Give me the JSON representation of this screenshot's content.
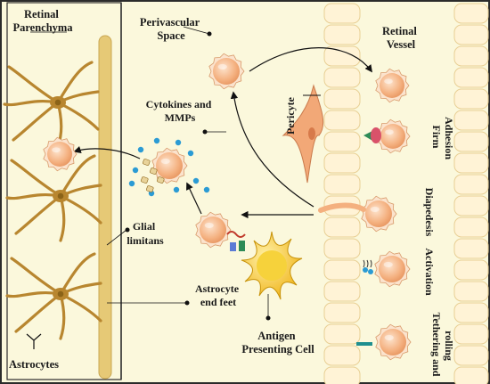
{
  "labels": {
    "retinal_parenchyma": [
      "Retinal",
      "Parenchyma"
    ],
    "perivascular_space": [
      "Perivascular",
      "Space"
    ],
    "retinal_vessel": [
      "Retinal",
      "Vessel"
    ],
    "pericyte": "Pericyte",
    "cytokines_mmps": [
      "Cytokines and",
      "MMPs"
    ],
    "firm_adhesion": [
      "Firm",
      "Adhesion"
    ],
    "diapedesis": "Diapedesis",
    "activation": "Activation",
    "tethering_rolling": [
      "Tethering and",
      "rolling"
    ],
    "glial_limitans": [
      "Glial",
      "limitans"
    ],
    "astrocyte_end_feet": [
      "Astrocyte",
      "end feet"
    ],
    "antigen_presenting_cell": [
      "Antigen",
      "Presenting Cell"
    ],
    "astrocytes": "Astrocytes"
  },
  "colors": {
    "background": "#fbf8dc",
    "border": "#2b2b2b",
    "endothelium": "#fff3d6",
    "endothelium_stroke": "#e8cf94",
    "astrocyte": "#b8862f",
    "astrocyte_dark": "#8b6318",
    "end_feet": "#e6c976",
    "leukocyte": "#f6b98a",
    "leukocyte_rim": "#fbe3cd",
    "apc": "#f3c12a",
    "pericyte": "#f2a877",
    "cytokine_blue": "#2b9bd4",
    "mmp_tan": "#e9d39a"
  }
}
